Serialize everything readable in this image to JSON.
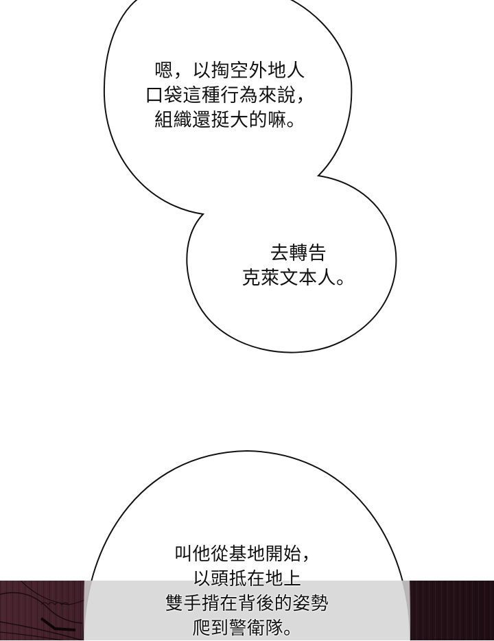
{
  "comic_panel": {
    "bubble_top": {
      "lines": [
        "嗯，以掏空外地人",
        "口袋這種行為來說，",
        "組織還挺大的嘛。"
      ]
    },
    "bubble_middle": {
      "lines": [
        "去轉告",
        "克萊文本人。"
      ]
    },
    "bubble_bottom": {
      "lines": [
        "叫他從基地開始，",
        "以頭抵在地上",
        "雙手揹在背後的姿勢",
        "爬到警衛隊。"
      ]
    }
  },
  "colors": {
    "background": "#ffffff",
    "bubble_fill": "#ffffff",
    "bubble_stroke": "#111111",
    "text": "#111111",
    "dark_band": "#2a141b",
    "band_overlay": "#d6d6d6"
  }
}
